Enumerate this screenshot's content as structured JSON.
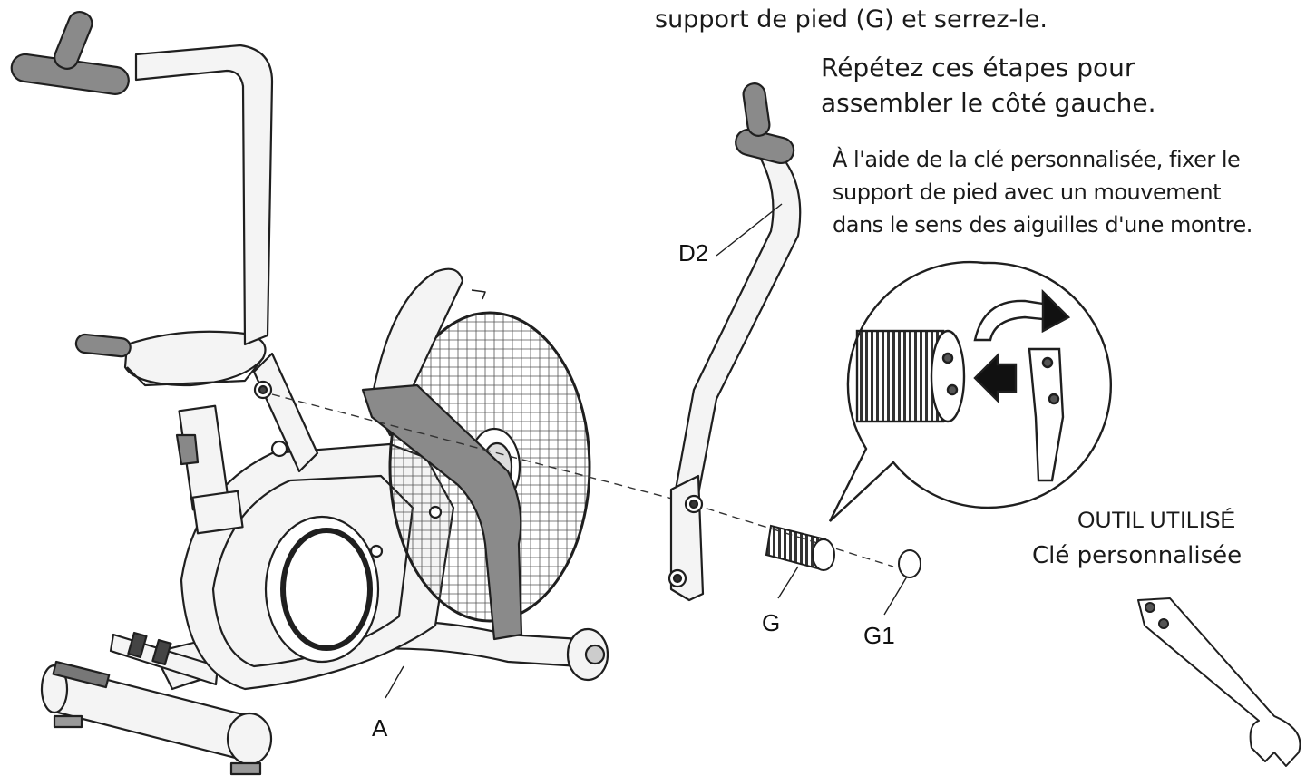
{
  "instructions": {
    "line_top": "support de pied (G) et serrez-le.",
    "repeat_line1": "Répétez ces étapes pour",
    "repeat_line2": "assembler le côté gauche.",
    "wrench_line1": "À l'aide de la clé personnalisée, fixer le",
    "wrench_line2": "support de pied avec un mouvement",
    "wrench_line3": "dans le sens des aiguilles d'une montre."
  },
  "tool": {
    "heading": "OUTIL UTILISÉ",
    "name": "Clé personnalisée"
  },
  "part_labels": {
    "handle": "D2",
    "footrest": "G",
    "cap": "G1",
    "frame": "A"
  },
  "colors": {
    "line": "#1f1f1f",
    "grip": "#8a8a8a",
    "frame_fill": "#f4f4f4"
  }
}
